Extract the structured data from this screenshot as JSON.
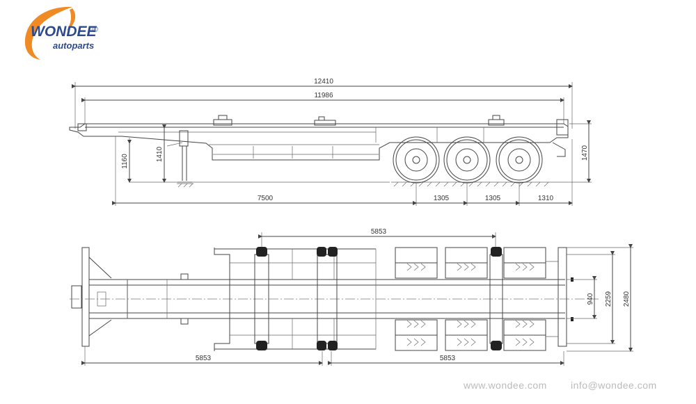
{
  "logo": {
    "brand_name": "WONDEE",
    "brand_sub": "autoparts",
    "registered_mark": "®",
    "colors": {
      "orange": "#f08a24",
      "blue": "#2c4a8f"
    }
  },
  "side_view": {
    "overall_length": "12410",
    "frame_length": "11986",
    "kingpin_to_axle": "7500",
    "axle_spacing_1": "1305",
    "axle_spacing_2": "1305",
    "rear_overhang": "1310",
    "landing_gear_height": "1160",
    "fifth_wheel_height": "1410",
    "rear_height": "1470"
  },
  "top_view": {
    "twistlock_span_top": "5853",
    "front_span": "5853",
    "rear_span": "5853",
    "inner_width": "940",
    "frame_width": "2259",
    "overall_width": "2480"
  },
  "footer": {
    "website": "www.wondee.com",
    "email": "info@wondee.com"
  }
}
